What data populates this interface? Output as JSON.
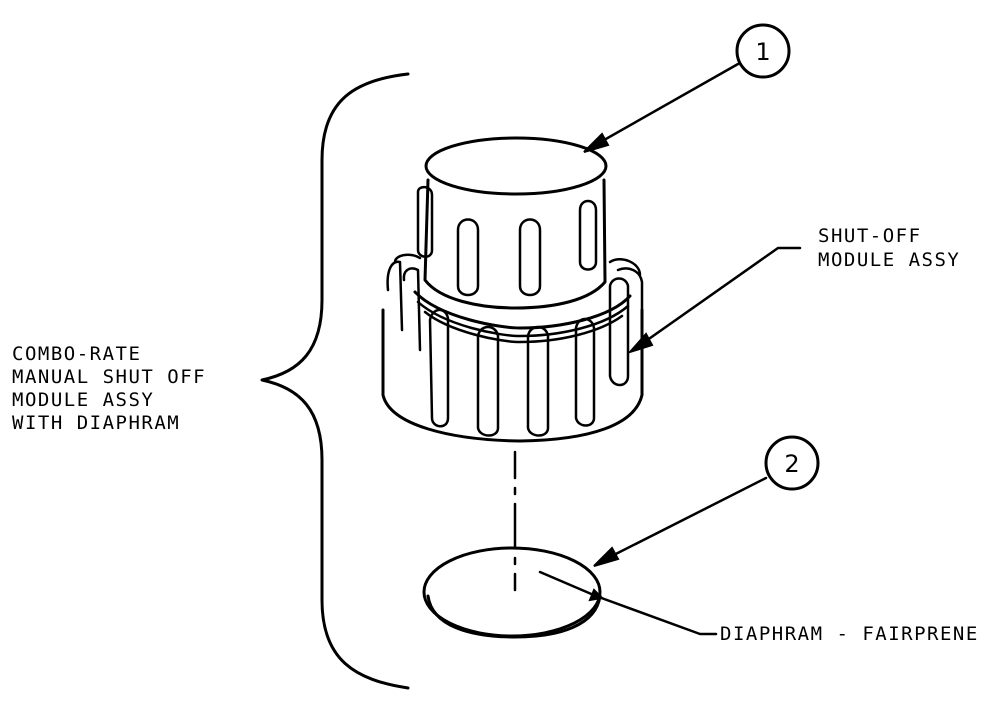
{
  "callouts": [
    {
      "number": "1"
    },
    {
      "number": "2"
    }
  ],
  "labels": {
    "assembly": [
      "COMBO-RATE",
      "MANUAL SHUT OFF",
      "MODULE ASSY",
      "WITH DIAPHRAM"
    ],
    "shutoff": [
      "SHUT-OFF",
      "MODULE ASSY"
    ],
    "diaphram": "DIAPHRAM - FAIRPRENE"
  },
  "colors": {
    "line": "#000000",
    "background": "#ffffff"
  }
}
